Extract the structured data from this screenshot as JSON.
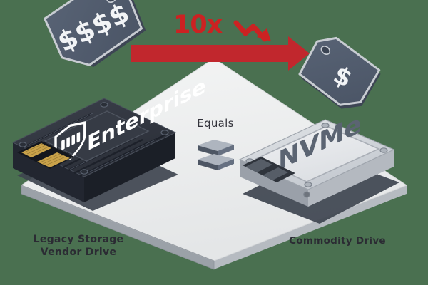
{
  "illustration": {
    "title": "Legacy enterprise storage versus commodity NVMe drive cost comparison",
    "background_color": "#4a7050",
    "platform_color": "#eceded"
  },
  "callouts": {
    "multiplier": "10x",
    "multiplier_color": "#cc2222",
    "arrow_color": "#c1272d",
    "trend_icon": "downward-trend-arrow-icon",
    "equals_label": "Equals"
  },
  "left_group": {
    "label_line1": "Legacy Storage",
    "label_line2": "Vendor Drive",
    "label": "Legacy Storage\nVendor Drive",
    "price_tag": {
      "value": "$$$$",
      "tag_color": "#505a6b",
      "text_color": "#f2f4f6"
    },
    "drive": {
      "brand": "Enterprise",
      "badge_icon": "shield-icon",
      "body_color": "#2f333c",
      "text_color": "#ffffff"
    }
  },
  "right_group": {
    "label": "Commodity Drive",
    "price_tag": {
      "value": "$",
      "tag_color": "#505a6b",
      "text_color": "#f2f4f6"
    },
    "drive": {
      "brand": "NVMe",
      "body_color": "#d5d8dc",
      "text_color": "#5b6472"
    }
  }
}
